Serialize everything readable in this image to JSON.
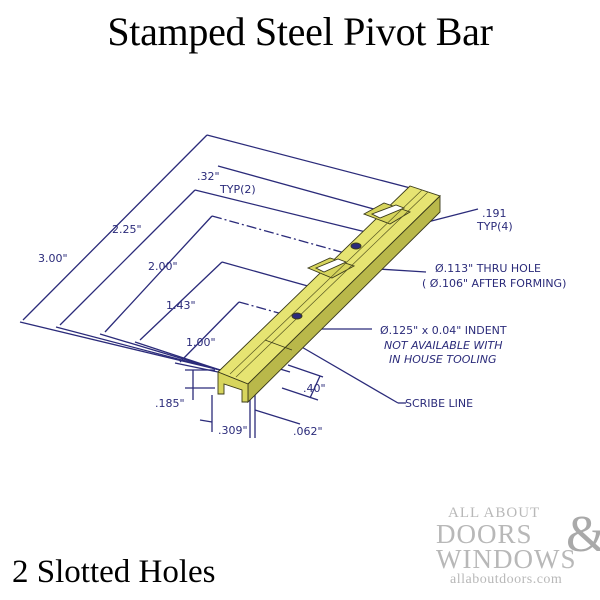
{
  "header": {
    "title": "Stamped Steel Pivot Bar"
  },
  "footer": {
    "caption": "2 Slotted Holes"
  },
  "colors": {
    "dimension_line": "#2b2b7a",
    "part_fill": "#e6e472",
    "part_shadow": "#b9b84a",
    "part_edge": "#3a3a1a",
    "watermark": "#b8b8b8"
  },
  "dimensions": {
    "overall_length": "3.00\"",
    "slot_far": "2.25\"",
    "hole_center": "2.00\"",
    "slot_near": "1.43\"",
    "indent": "1.00\"",
    "slot_width": ".32\"",
    "slot_width_note": "TYP(2)",
    "scribe_offset": ".40\"",
    "height": ".185\"",
    "width": ".309\"",
    "thickness": ".062\"",
    "edge": ".191",
    "edge_note": "TYP(4)"
  },
  "notes": {
    "thru_hole": "Ø.113\" THRU HOLE",
    "thru_hole_after": "( Ø.106\" AFTER FORMING)",
    "indent": "Ø.125\" x 0.04\" INDENT",
    "indent_warn1": "NOT AVAILABLE WITH",
    "indent_warn2": "IN HOUSE TOOLING",
    "scribe": "SCRIBE LINE"
  },
  "watermark": {
    "line1": "ALL ABOUT",
    "line2": "DOORS",
    "amp": "&",
    "line3": "WINDOWS",
    "line4": "allaboutdoors.com"
  }
}
